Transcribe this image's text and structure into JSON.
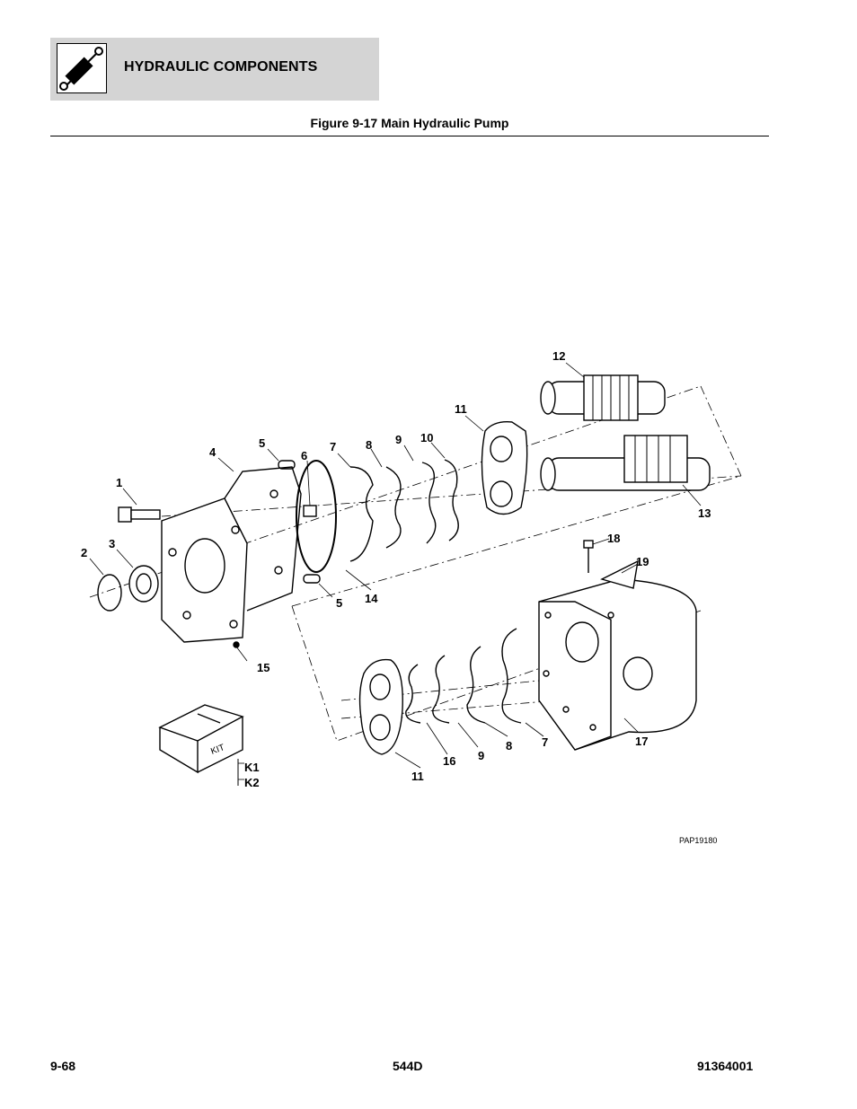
{
  "header": {
    "section_title": "HYDRAULIC COMPONENTS",
    "icon": "hydraulic-cylinder-icon"
  },
  "figure": {
    "title": "Figure 9-17 Main Hydraulic Pump",
    "code": "PAP19180",
    "callouts": [
      "1",
      "2",
      "3",
      "4",
      "5",
      "5",
      "6",
      "7",
      "7",
      "8",
      "8",
      "9",
      "9",
      "10",
      "11",
      "11",
      "12",
      "13",
      "14",
      "15",
      "16",
      "17",
      "18",
      "19"
    ],
    "kit": {
      "box_label": "KIT",
      "items": [
        "K1",
        "K2"
      ]
    }
  },
  "footer": {
    "page_number": "9-68",
    "model": "544D",
    "manual_number": "91364001"
  }
}
